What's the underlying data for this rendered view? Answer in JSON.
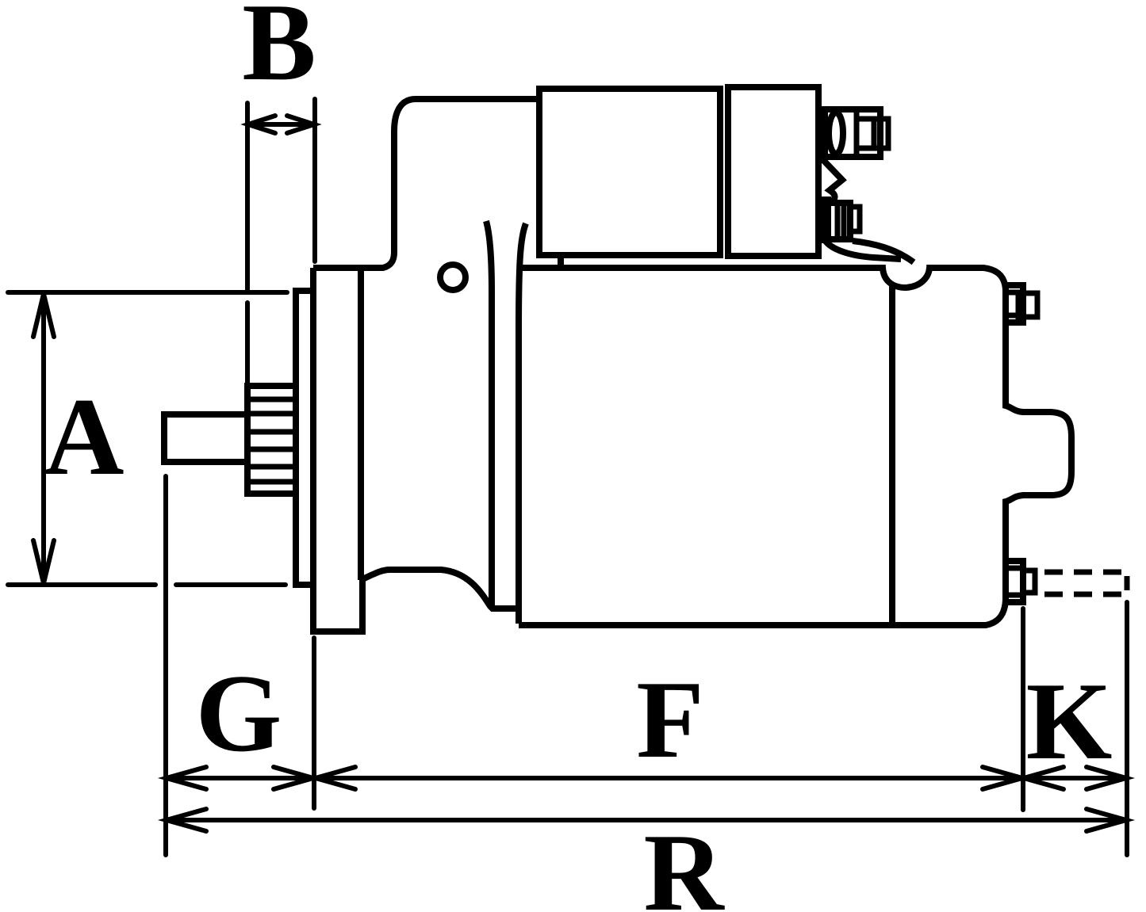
{
  "drawing": {
    "background_color": "#ffffff",
    "line_color": "#000000",
    "dimension_labels": [
      {
        "id": "dim-a",
        "label": "A",
        "axis": "vertical"
      },
      {
        "id": "dim-b",
        "label": "B",
        "axis": "horizontal"
      },
      {
        "id": "dim-g",
        "label": "G",
        "axis": "horizontal"
      },
      {
        "id": "dim-f",
        "label": "F",
        "axis": "horizontal"
      },
      {
        "id": "dim-k",
        "label": "K",
        "axis": "horizontal"
      },
      {
        "id": "dim-r",
        "label": "R",
        "axis": "horizontal"
      }
    ]
  }
}
